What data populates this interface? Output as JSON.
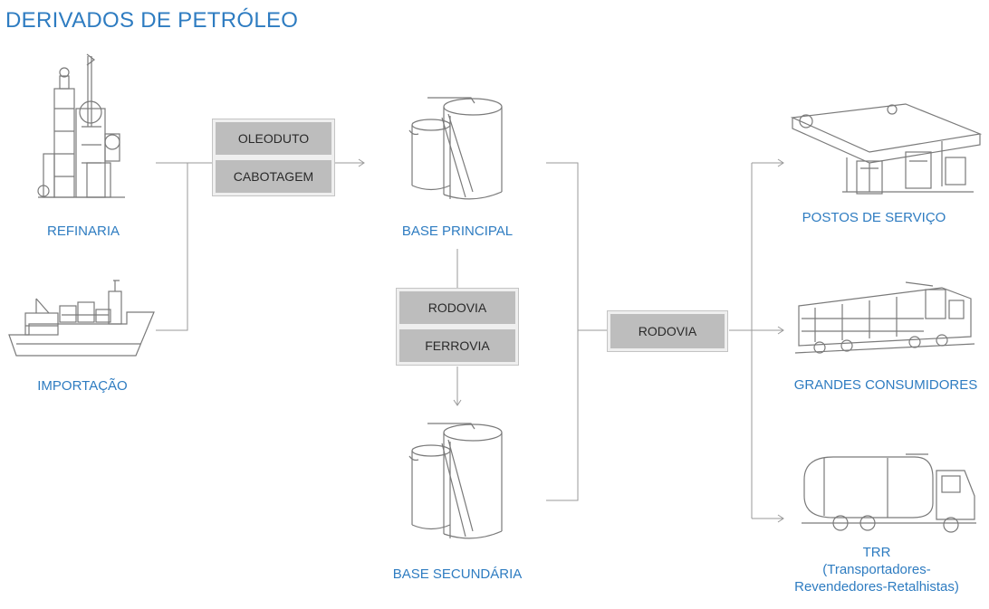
{
  "title": "DERIVADOS DE PETRÓLEO",
  "sources": [
    {
      "label": "REFINARIA",
      "icon": "refinery-icon"
    },
    {
      "label": "IMPORTAÇÃO",
      "icon": "ship-icon"
    }
  ],
  "transport_primary": [
    "OLEODUTO",
    "CABOTAGEM"
  ],
  "base_principal": {
    "label": "BASE PRINCIPAL",
    "icon": "storage-tanks-icon"
  },
  "transport_secondary": [
    "RODOVIA",
    "FERROVIA"
  ],
  "base_secundaria": {
    "label": "BASE SECUNDÁRIA",
    "icon": "storage-tanks-icon"
  },
  "transport_final": "RODOVIA",
  "destinations": [
    {
      "label": "POSTOS DE SERVIÇO",
      "icon": "gas-station-icon"
    },
    {
      "label": "GRANDES CONSUMIDORES",
      "icon": "locomotive-icon"
    },
    {
      "label_lines": [
        "TRR",
        "(Transportadores-",
        "Revendedores-Retalhistas)"
      ],
      "icon": "tanker-truck-icon"
    }
  ],
  "colors": {
    "label": "#2e7cc1",
    "box_fill": "#bdbdbd",
    "box_frame": "#efefef",
    "line": "#9a9a9a"
  }
}
